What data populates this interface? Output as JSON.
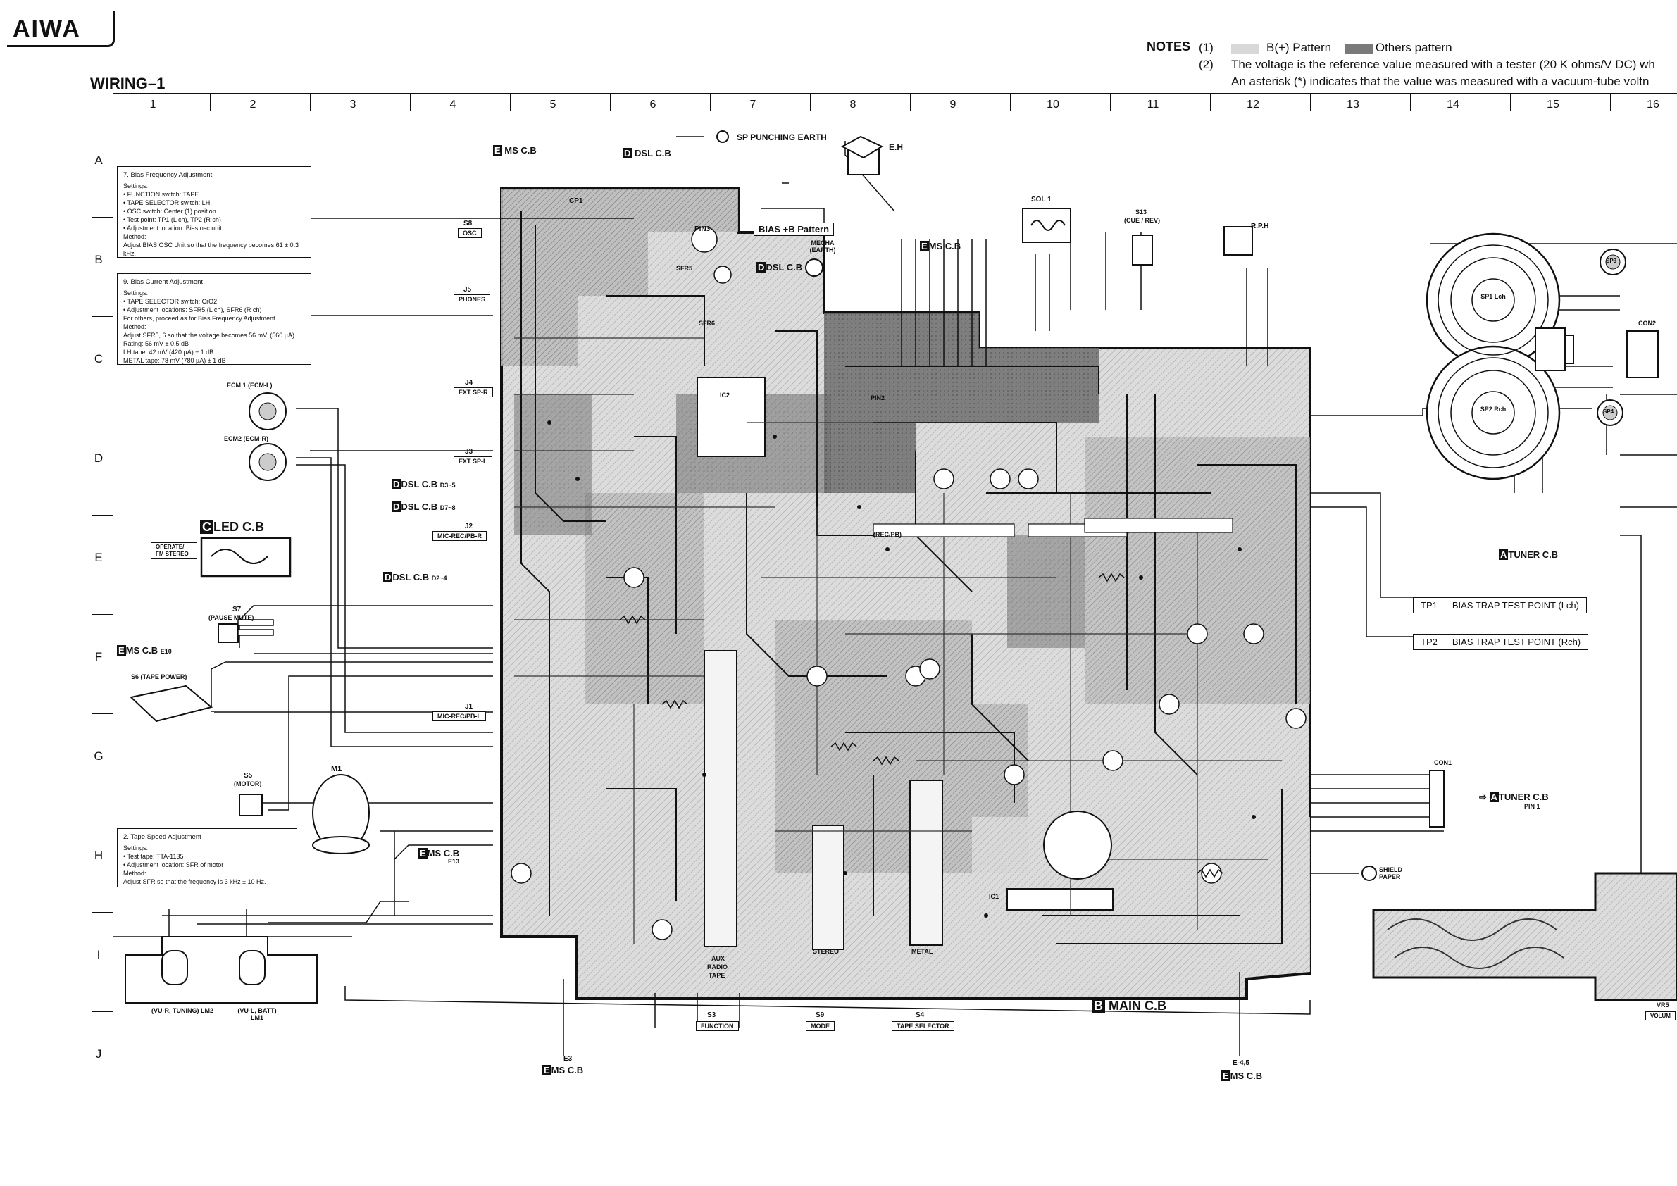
{
  "brand": "AIWA",
  "title": "WIRING–1",
  "notes": {
    "heading": "NOTES",
    "items": [
      {
        "num": "(1)",
        "swatch1": "B(+) Pattern",
        "swatch2": "Others pattern"
      },
      {
        "num": "(2)",
        "line1": "The voltage is the reference value measured with a tester (20 K ohms/V DC) wh",
        "line2": "An asterisk (*) indicates that the value was measured with a vacuum-tube voltn"
      }
    ],
    "colors": {
      "bplus": "#cfcfcf",
      "others": "#7a7a7a"
    }
  },
  "columns": [
    "1",
    "2",
    "3",
    "4",
    "5",
    "6",
    "7",
    "8",
    "9",
    "10",
    "11",
    "12",
    "13",
    "14",
    "15",
    "16"
  ],
  "rows": [
    "A",
    "B",
    "C",
    "D",
    "E",
    "F",
    "G",
    "H",
    "I",
    "J"
  ],
  "adjust_boxes": [
    {
      "title": "7. Bias Frequency Adjustment",
      "lines": [
        "Settings:",
        "• FUNCTION switch: TAPE",
        "• TAPE SELECTOR switch: LH",
        "• OSC switch: Center (1) position",
        "• Test point: TP1 (L ch), TP2 (R ch)",
        "• Adjustment location: Bias osc unit",
        "Method:",
        "  Adjust BIAS OSC Unit so that the frequency becomes 61 ± 0.3",
        "  kHz."
      ]
    },
    {
      "title": "9. Bias Current Adjustment",
      "lines": [
        "Settings:",
        "• TAPE SELECTOR switch: CrO2",
        "• Adjustment locations: SFR5 (L ch), SFR6 (R ch)",
        "For others, proceed as for Bias Frequency Adjustment",
        "Method:",
        "  Adjust SFR5, 6 so that the voltage becomes 56 mV. (560 µA)",
        "Rating:  56 mV ± 0.5 dB",
        "  LH tape:      42 mV (420 µA) ± 1 dB",
        "  METAL tape:   78 mV (780 µA) ± 1 dB"
      ]
    },
    {
      "title": "2. Tape Speed Adjustment",
      "lines": [
        "Settings:",
        "• Test tape: TTA-1135",
        "• Adjustment location: SFR of motor",
        "Method:",
        "  Adjust SFR so that the frequency is 3 kHz ± 10 Hz."
      ]
    }
  ],
  "labels": {
    "ms_cb_top": "MS C.B",
    "dsl_cb_top": "DSL C.B",
    "sp_punching": "SP PUNCHING EARTH",
    "eh": "E.H",
    "bias_pattern": "BIAS +B Pattern",
    "pin3": "PIN3",
    "cp1": "CP1",
    "s8": "S8",
    "osc": "OSC",
    "j5": "J5",
    "phones": "PHONES",
    "j4": "J4",
    "ext_sp_r": "EXT SP-R",
    "j3": "J3",
    "ext_sp_l": "EXT SP-L",
    "dsl_cb_d5": "DSL C.B",
    "d5_text": "D3~5",
    "dsl_cb_d7": "DSL C.B",
    "d7_text": "D7~8",
    "j2": "J2",
    "mic_rec_r": "MIC-REC/PB-R",
    "dsl_cb_d2": "DSL C.B",
    "d2_text": "D2~4",
    "led_cb": "LED C.B",
    "operate": "OPERATE/ FM STEREO",
    "s7": "S7",
    "pause": "(PAUSE MUTE)",
    "ms_cb_e10": "MS C.B",
    "e10": "E10",
    "s6": "S6 (TAPE POWER)",
    "j1": "J1",
    "mic_rec_l": "MIC-REC/PB-L",
    "s5": "S5",
    "motor": "(MOTOR)",
    "m1": "M1",
    "ms_cb_e13": "MS C.B",
    "e13": "E13",
    "lm2": "(VU-R, TUNING) LM2",
    "lm1": "(VU-L, BATT) LM1",
    "ecm1": "ECM 1 (ECM-L)",
    "ecm2": "ECM2 (ECM-R)",
    "e3": "E3",
    "ms_cb_bottom": "MS C.B",
    "s3": "S3",
    "function": "FUNCTION",
    "s9": "S9",
    "mode": "MODE",
    "s4": "S4",
    "tape_selector": "TAPE SELECTOR",
    "main_cb": "MAIN C.B",
    "e46": "E-4,5",
    "ms_cb_br": "MS C.B",
    "sol1": "SOL 1",
    "ms_cb_mid": "MS C.B",
    "s13": "S13",
    "cue_rev": "(CUE / REV)",
    "rph": "R.P.H",
    "mecha": "MECHA (EARTH)",
    "dsl_cb_mid": "DSL C.B",
    "sfr5": "SFR5",
    "sfr6": "SFR6",
    "pin2": "PIN2",
    "ic2": "IC2",
    "ic1": "IC1",
    "sp1": "SP1 Lch",
    "sp2": "SP2 Rch",
    "sp3": "SP3",
    "sp4": "SP4",
    "con2": "CON2",
    "tuner_cb": "TUNER C.B",
    "tp1": "TP1",
    "tp1_text": "BIAS TRAP TEST POINT (Lch)",
    "tp2": "TP2",
    "tp2_text": "BIAS TRAP TEST POINT (Rch)",
    "con1": "CON1",
    "tuner_pin1": "TUNER C.B",
    "pin1": "PIN 1",
    "shield": "SHIELD PAPER",
    "vr5": "VR5",
    "volume": "VOLUM",
    "s3_aux": "AUX",
    "s3_radio": "RADIO",
    "s3_tape": "TAPE",
    "s9_stereo": "STEREO",
    "s4_metal": "METAL",
    "rec_pb": "(REC/PB)",
    "prefix_b": "B",
    "prefix_d": "D",
    "prefix_e": "E",
    "prefix_c": "C",
    "prefix_a": "A"
  }
}
